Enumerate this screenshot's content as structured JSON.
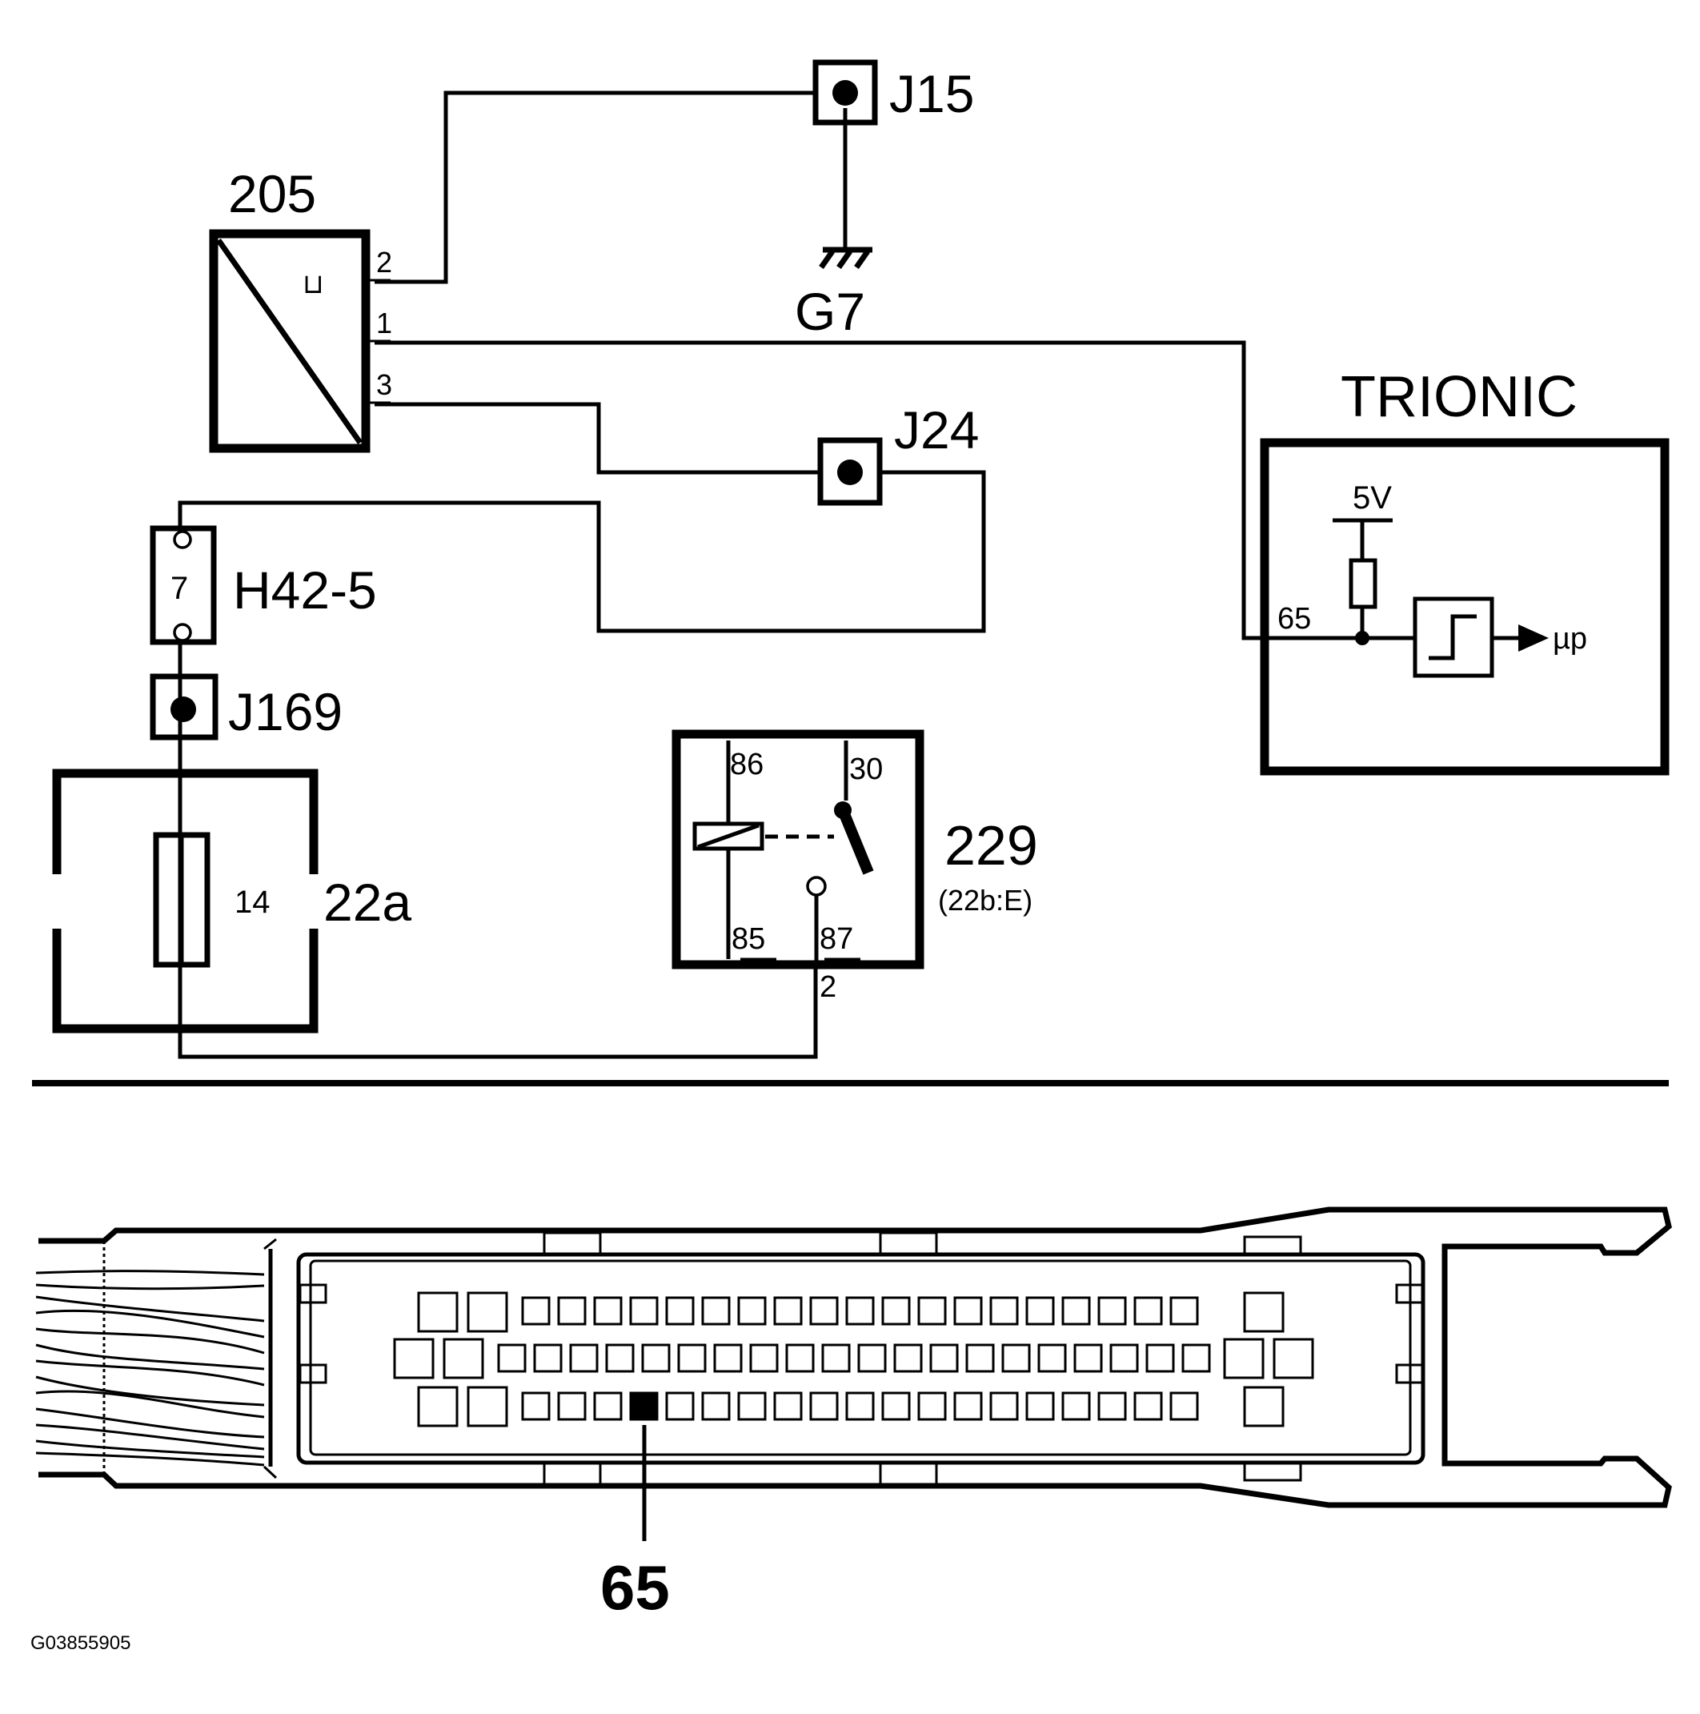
{
  "components": {
    "sensor_205": {
      "label": "205",
      "pins": [
        "2",
        "1",
        "3"
      ],
      "symbol": "⊔"
    },
    "ground_point": {
      "label": "G7"
    },
    "splices": {
      "j15": "J15",
      "j24": "J24",
      "j169": "J169"
    },
    "connector_h42": {
      "label": "H42-5",
      "pin": "7"
    },
    "fusebox_22a": {
      "label": "22a",
      "fuse": "14"
    },
    "relay_229": {
      "label": "229",
      "location": "(22b:E)",
      "pins": [
        "86",
        "30",
        "85",
        "87"
      ],
      "output_pin": "2"
    },
    "trionic": {
      "label": "TRIONIC",
      "supply": "5V",
      "pin": "65",
      "output": "µp"
    }
  },
  "connector": {
    "highlighted_pin": "65"
  },
  "figure_id": "G03855905"
}
